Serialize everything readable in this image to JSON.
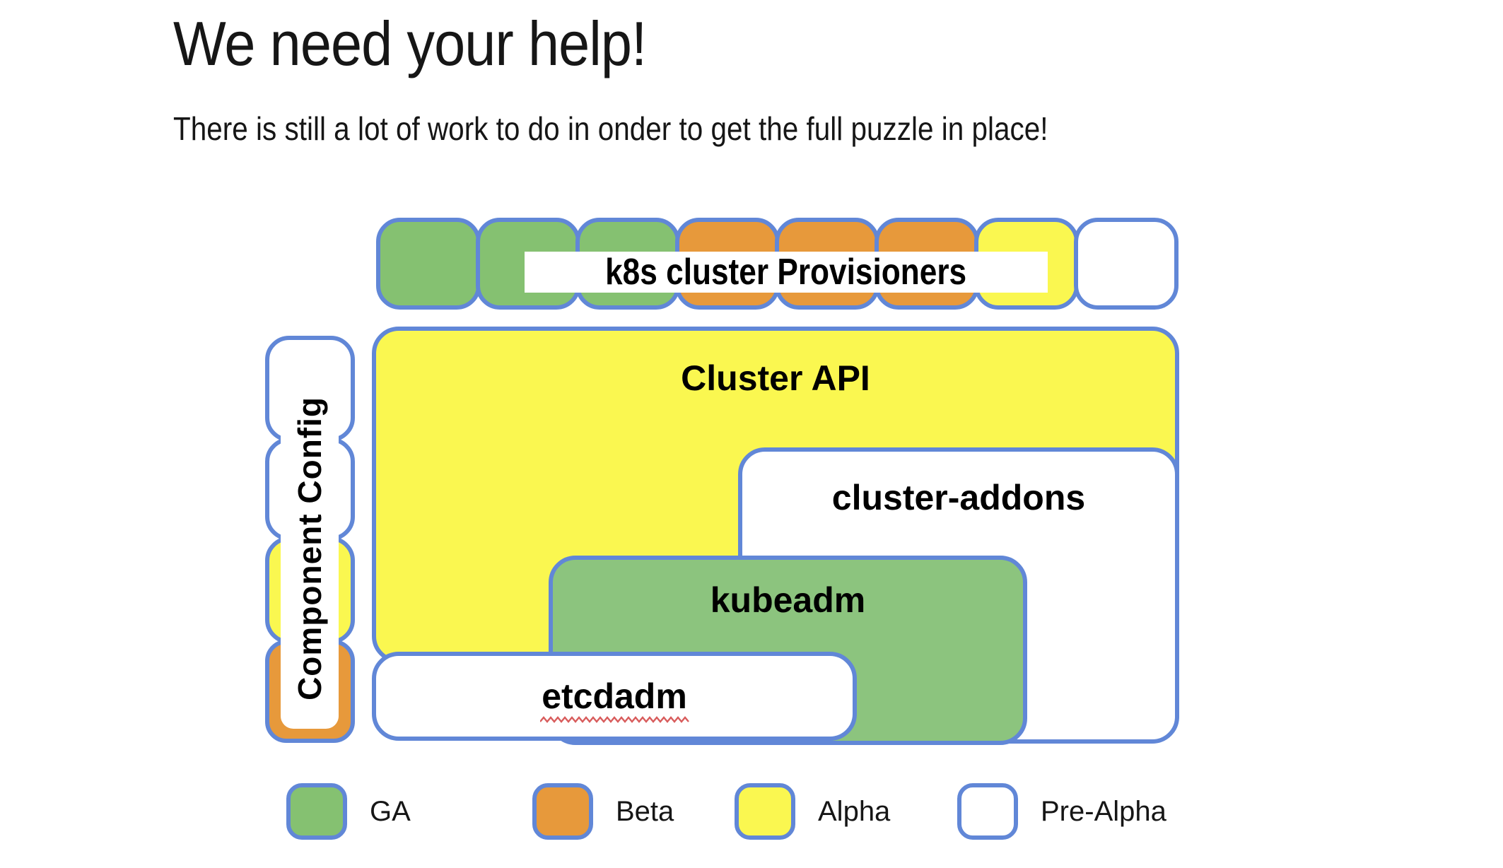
{
  "slide": {
    "title": "We need your help!",
    "subtitle": "There is still a lot of work to do in onder to get the full puzzle in place!"
  },
  "colors": {
    "border_blue": "#6187D7",
    "ga_green": "#85C171",
    "kubeadm_green": "#8CC47E",
    "beta_orange": "#E7993B",
    "alpha_yellow": "#FAF750",
    "pre_alpha_white": "#FFFFFF",
    "squiggle_red": "#D85C5C"
  },
  "provisioners_row": {
    "label": "k8s cluster Provisioners",
    "pieces": [
      {
        "status": "ga"
      },
      {
        "status": "ga"
      },
      {
        "status": "ga"
      },
      {
        "status": "beta"
      },
      {
        "status": "beta"
      },
      {
        "status": "beta"
      },
      {
        "status": "alpha"
      },
      {
        "status": "pre-alpha"
      }
    ]
  },
  "component_config": {
    "label": "Component Config",
    "pieces": [
      {
        "status": "pre-alpha"
      },
      {
        "status": "pre-alpha"
      },
      {
        "status": "alpha"
      },
      {
        "status": "beta"
      }
    ]
  },
  "board": {
    "cluster_api": {
      "label": "Cluster API",
      "status": "alpha"
    },
    "cluster_addons": {
      "label": "cluster-addons",
      "status": "pre-alpha"
    },
    "kubeadm": {
      "label": "kubeadm",
      "status": "ga"
    },
    "etcdadm": {
      "label": "etcdadm",
      "status": "pre-alpha"
    }
  },
  "legend": {
    "items": [
      {
        "label": "GA",
        "color": "#85C171"
      },
      {
        "label": "Beta",
        "color": "#E7993B"
      },
      {
        "label": "Alpha",
        "color": "#FAF750"
      },
      {
        "label": "Pre-Alpha",
        "color": "#FFFFFF"
      }
    ]
  }
}
